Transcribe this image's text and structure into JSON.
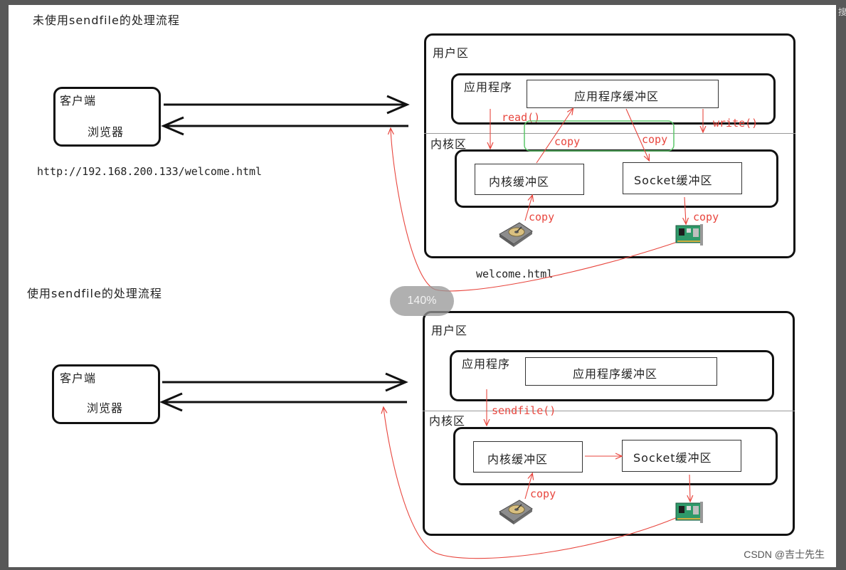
{
  "top": {
    "title": "未使用sendfile的处理流程",
    "client_title": "客户端",
    "browser_label": "浏览器",
    "url": "http://192.168.200.133/welcome.html",
    "user_space": "用户区",
    "app_label": "应用程序",
    "app_buffer": "应用程序缓冲区",
    "kernel_space": "内核区",
    "kernel_buffer": "内核缓冲区",
    "socket_buffer": "Socket缓冲区",
    "read_call": "read()",
    "write_call": "write()",
    "copy_1": "copy",
    "copy_2": "copy",
    "copy_disk": "copy",
    "copy_nic": "copy",
    "file_name": "welcome.html"
  },
  "bottom": {
    "title": "使用sendfile的处理流程",
    "client_title": "客户端",
    "browser_label": "浏览器",
    "user_space": "用户区",
    "app_label": "应用程序",
    "app_buffer": "应用程序缓冲区",
    "kernel_space": "内核区",
    "kernel_buffer": "内核缓冲区",
    "socket_buffer": "Socket缓冲区",
    "sendfile_call": "sendfile()",
    "copy_disk": "copy"
  },
  "zoom": "140%",
  "watermark": "CSDN @吉士先生",
  "edge_glyph": "搜",
  "colors": {
    "arrow_red": "#e8463e",
    "highlight_green": "#5cc66a",
    "line": "#111111"
  },
  "icons": {
    "disk": "hard-disk-icon",
    "nic": "network-card-icon"
  }
}
